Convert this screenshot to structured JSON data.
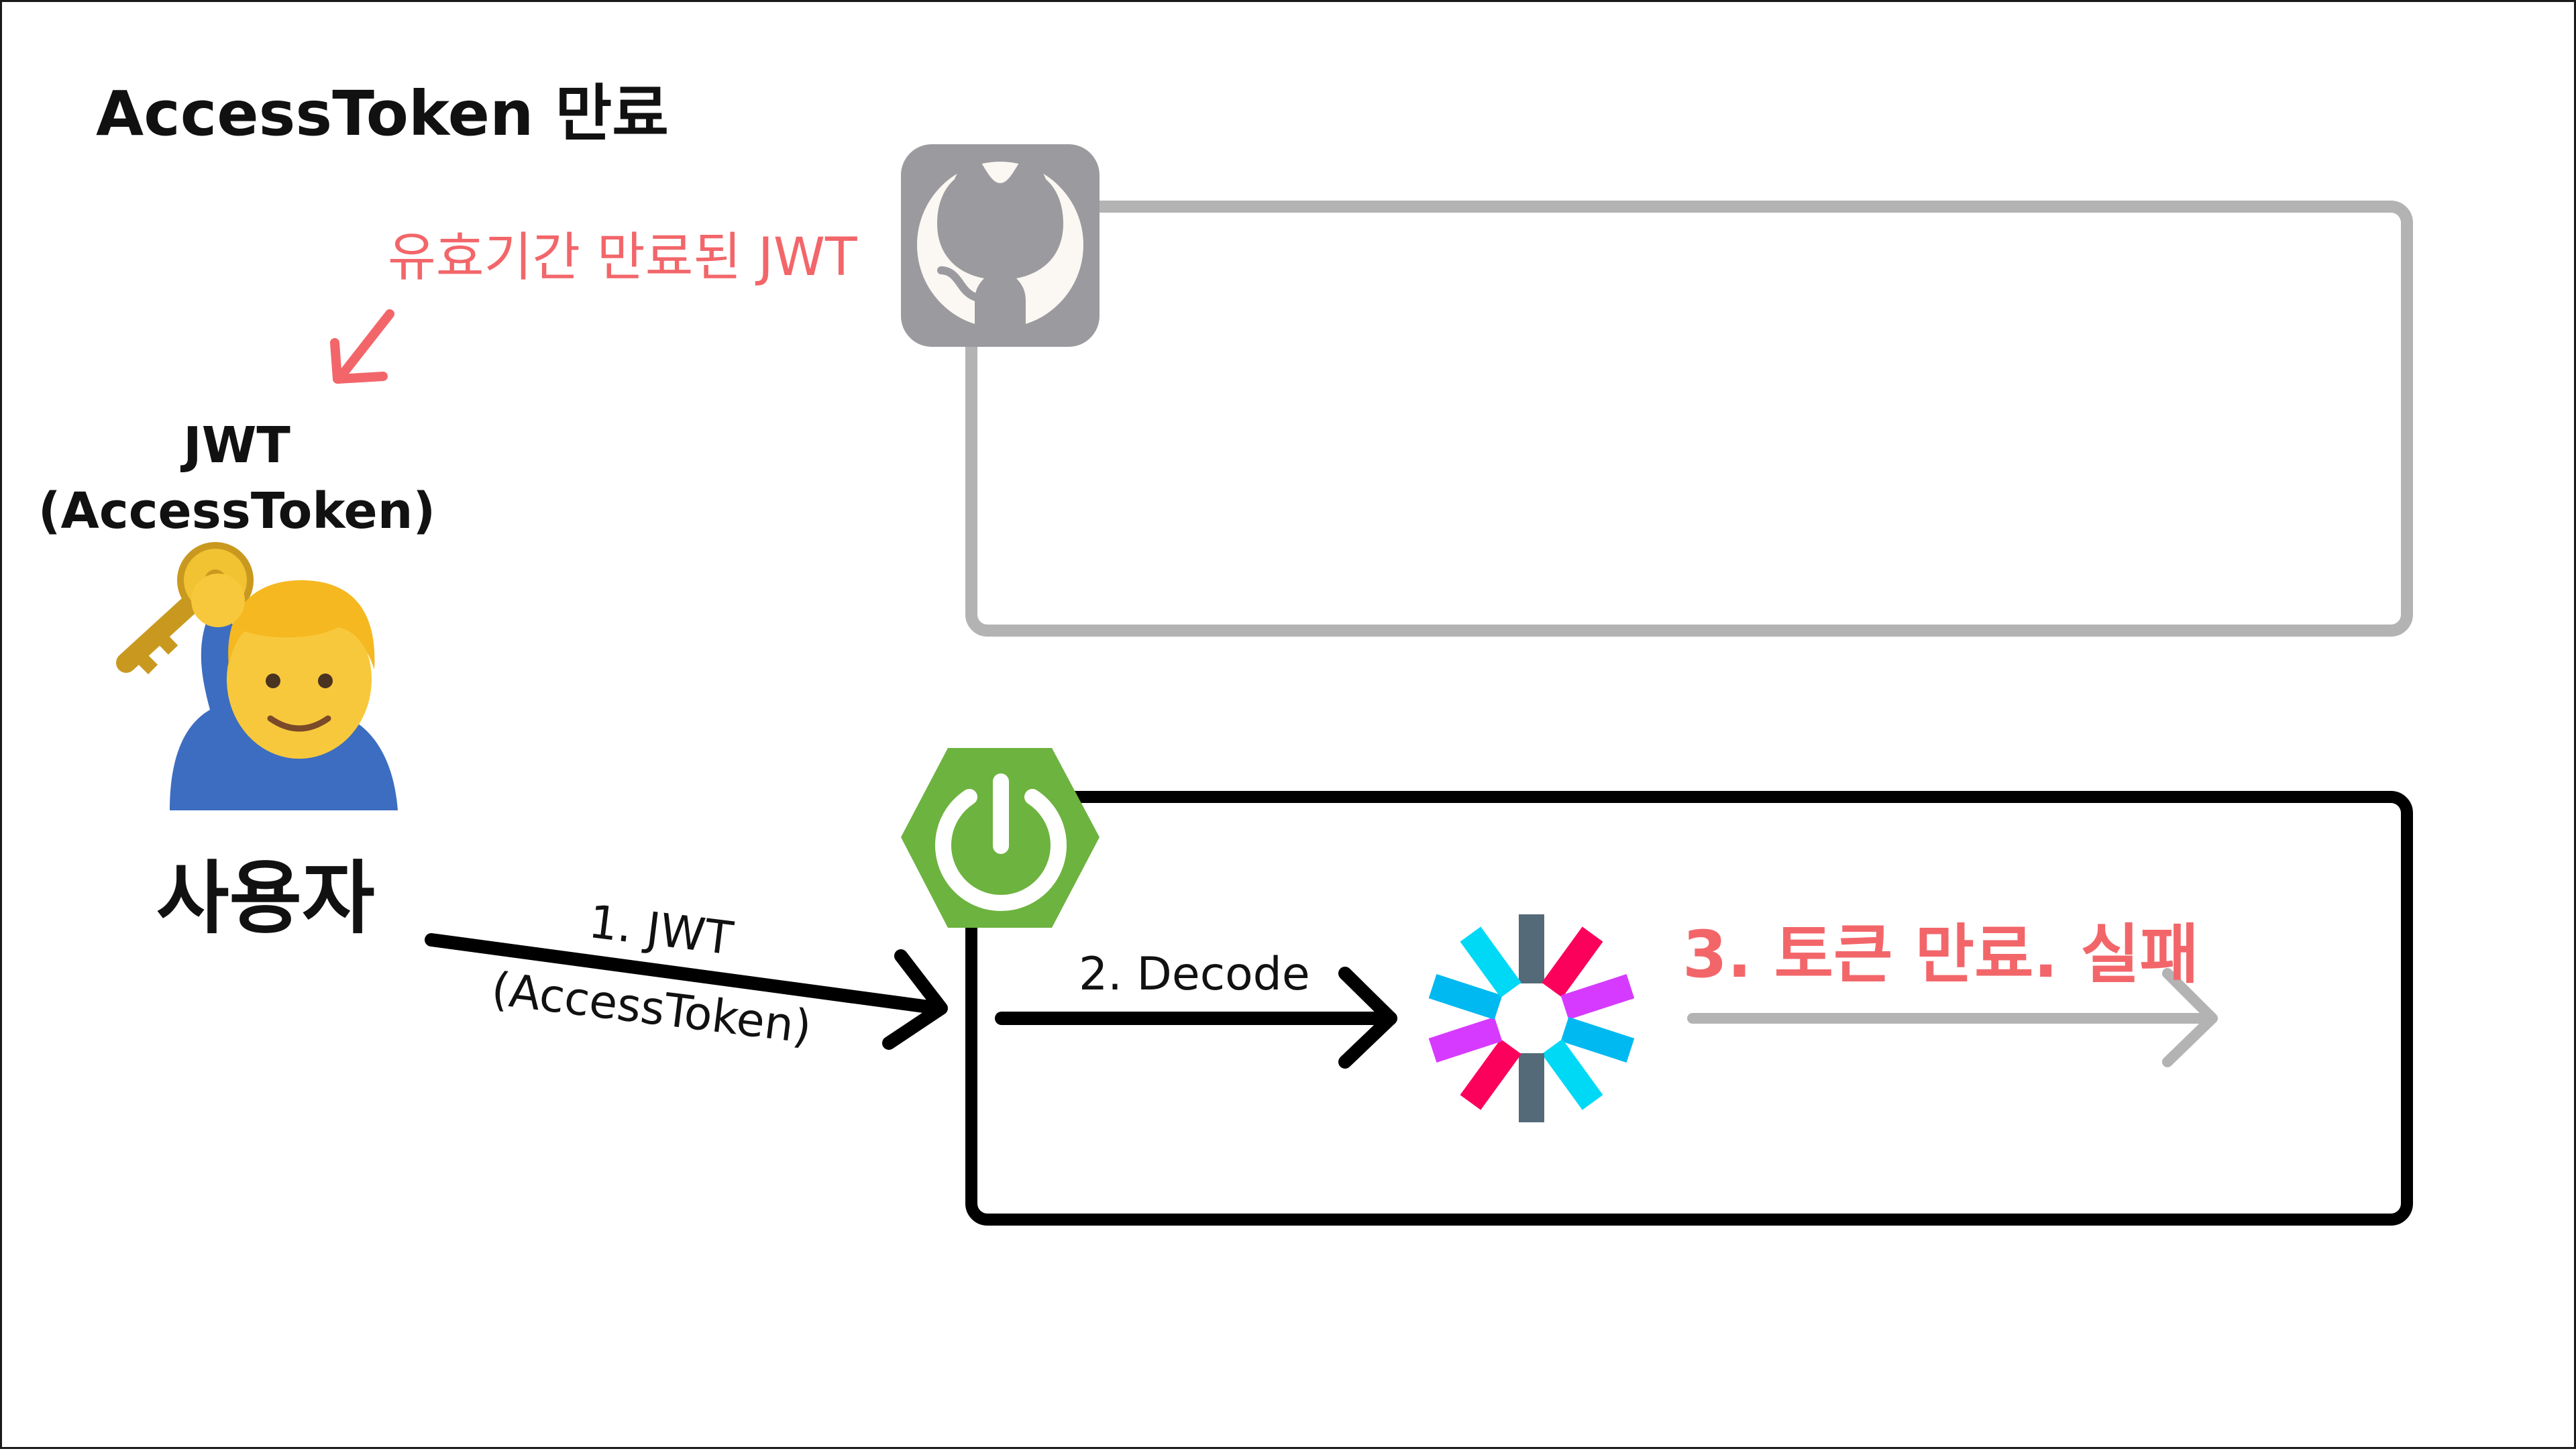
{
  "title": "AccessToken 만료",
  "expired_note": "유효기간 만료된 JWT",
  "token": {
    "line1": "JWT",
    "line2": "(AccessToken)"
  },
  "user_label": "사용자",
  "steps": {
    "step1_line1": "1. JWT",
    "step1_line2": "(AccessToken)",
    "step2": "2. Decode",
    "step3": "3. 토큰 만료. 실패"
  },
  "icons": {
    "github": "github-logo-icon",
    "spring": "spring-power-icon",
    "jwt": "jwt-logo-icon",
    "user": "person-raising-hand-icon",
    "key": "key-icon"
  },
  "colors": {
    "highlight": "#f2666a",
    "github_box": "#b3b3b3",
    "spring_green": "#6db33f",
    "spring_box": "#000000"
  }
}
